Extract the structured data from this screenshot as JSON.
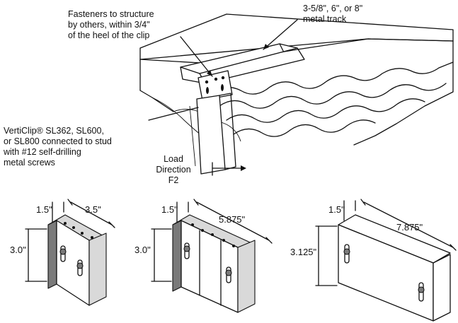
{
  "callouts": {
    "fasteners": [
      "Fasteners to structure",
      "by others, within 3/4\"",
      "of the heel of the clip"
    ],
    "track": [
      "3-5/8\", 6\", or 8\"",
      "metal track"
    ],
    "verticlip": [
      "VertiClip® SL362, SL600,",
      "or SL800 connected to stud",
      "with #12 self-drilling",
      "metal screws"
    ],
    "load": [
      "Load",
      "Direction",
      "F2"
    ]
  },
  "clips": [
    {
      "id": "sl362",
      "width": "3.5\"",
      "flange": "1.5\"",
      "height": "3.0\""
    },
    {
      "id": "sl600",
      "width": "5.875\"",
      "flange": "1.5\"",
      "height": "3.0\""
    },
    {
      "id": "sl800",
      "width": "7.875\"",
      "flange": "1.5\"",
      "height": "3.125\""
    }
  ]
}
